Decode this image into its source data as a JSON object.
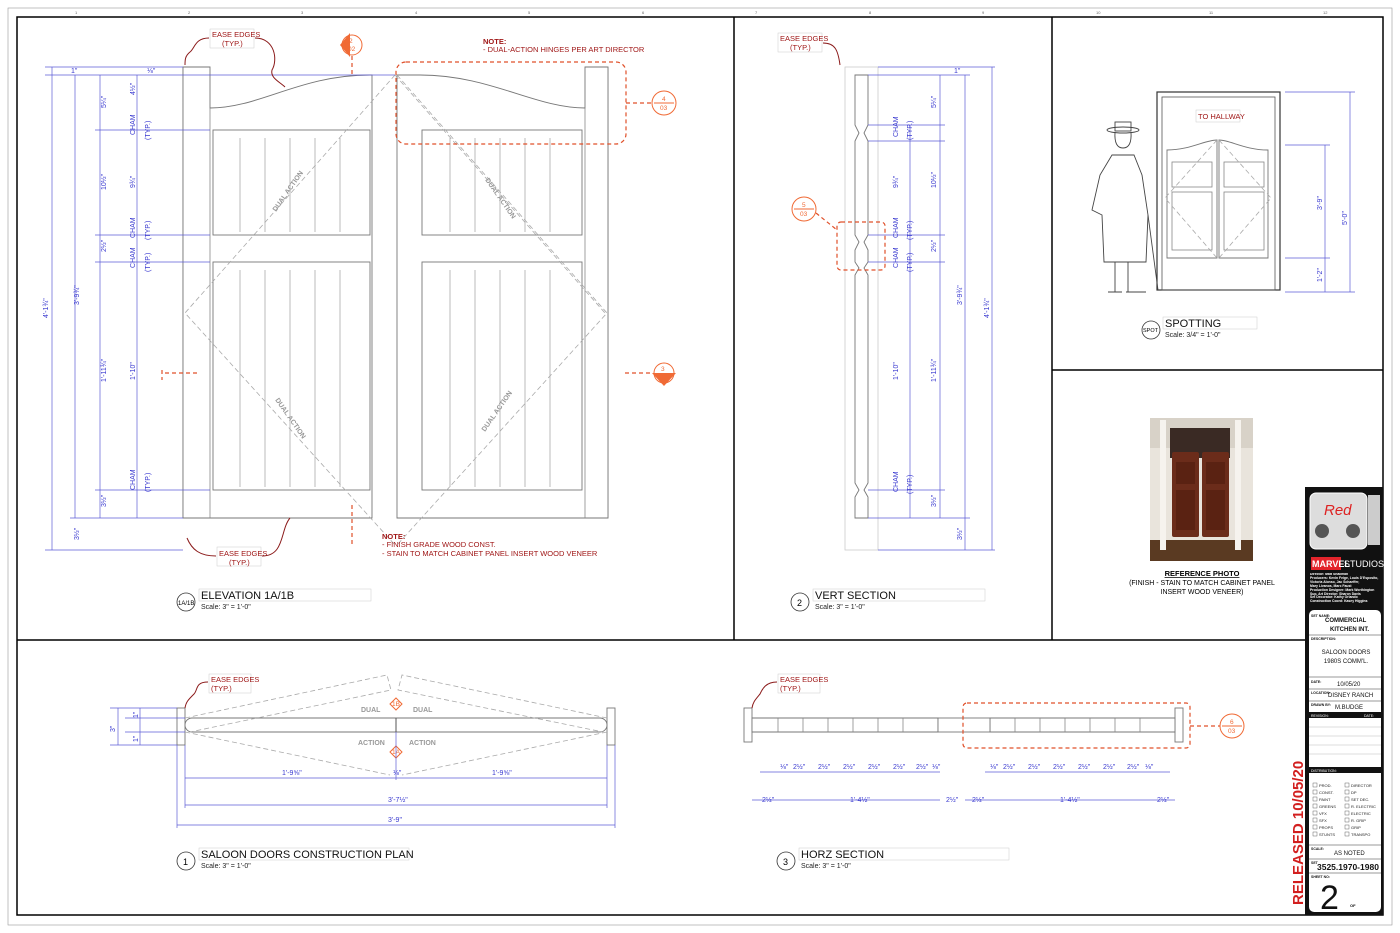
{
  "elevation": {
    "tag": "1A/1B",
    "title": "ELEVATION 1A/1B",
    "scale": "Scale: 3\" = 1'-0\"",
    "ease_edges_top": [
      "EASE EDGES",
      "(TYP.)"
    ],
    "ease_edges_bottom": [
      "EASE EDGES",
      "(TYP.)"
    ],
    "note_top": [
      "NOTE:",
      "- DUAL-ACTION HINGES PER ART DIRECTOR"
    ],
    "note_bottom": [
      "NOTE:",
      "- FINISH GRADE WOOD CONST.",
      "- STAIN TO MATCH CABINET PANEL INSERT WOOD VENEER"
    ],
    "dual_action": "DUAL ACTION",
    "callouts": [
      {
        "num": "2",
        "sheet": "02"
      },
      {
        "num": "4",
        "sheet": "03"
      },
      {
        "num": "3",
        "sheet": "02"
      }
    ],
    "cham": "CHAM",
    "typ": "(TYP.)",
    "dims": [
      "1\"",
      "4½\"",
      "5¼\"",
      "10½\"",
      "9¾\"",
      "2½\"",
      "4'-1¾\"",
      "3'-9¾\"",
      "1'-11¾\"",
      "1'-10\"",
      "3½\"",
      "3½\"",
      "⅛\""
    ]
  },
  "vert_section": {
    "num": "2",
    "title": "VERT SECTION",
    "scale": "Scale: 3\" = 1'-0\"",
    "ease_edges": [
      "EASE EDGES",
      "(TYP.)"
    ],
    "callout": {
      "num": "5",
      "sheet": "03"
    },
    "dims": [
      "1\"",
      "5¼\"",
      "9¾\"",
      "10½\"",
      "2½\"",
      "3'-9¾\"",
      "4'-1¾\"",
      "1'-10\"",
      "1'-11¾\"",
      "3½\"",
      "3½\""
    ]
  },
  "spotting": {
    "tag": "SPOT",
    "title": "SPOTTING",
    "scale": "Scale: 3/4\" = 1'-0\"",
    "sign": "TO HALLWAY",
    "dims": [
      "3'-9\"",
      "5'-0\"",
      "1'-2\""
    ]
  },
  "reference": {
    "title": "REFERENCE PHOTO",
    "caption": [
      "(FINISH - STAIN TO MATCH CABINET PANEL",
      "INSERT WOOD VENEER)"
    ]
  },
  "plan": {
    "num": "1",
    "title": "SALOON DOORS CONSTRUCTION PLAN",
    "scale": "Scale: 3\" = 1'-0\"",
    "ease_edges": [
      "EASE EDGES",
      "(TYP.)"
    ],
    "dual": "DUAL",
    "action": "ACTION",
    "markers": [
      "1B",
      "1A"
    ],
    "dims": [
      "1'-9⅝\"",
      "1'-9⅝\"",
      "3'-7½\"",
      "3'-9\"",
      "⅛\"",
      "1\"",
      "1\"",
      "3\""
    ]
  },
  "horz_section": {
    "num": "3",
    "title": "HORZ SECTION",
    "scale": "Scale: 3\" = 1'-0\"",
    "ease_edges": [
      "EASE EDGES",
      "(TYP.)"
    ],
    "callout": {
      "num": "6",
      "sheet": "03"
    },
    "slat_dim": "2½\"",
    "edge_dim": "⅛\"",
    "span_dim": "1'-4½\"",
    "end_dim": "2½\""
  },
  "title_block": {
    "show_logo": "Red",
    "studio": [
      "MARVEL",
      "STUDIOS"
    ],
    "credits": [
      "Director: Matt Shakman",
      "Producers: Kevin Feige, Louis D'Esposito, Victoria Alonso, Jac Schaeffer,",
      "Mary Livanos, Marc Faust",
      "Production Designer: Mark Worthington",
      "Sup. Art Director: Sharon Davis",
      "Set Decorator: Kathy Orlando",
      "Construction Coord: Kasey Higgins"
    ],
    "set_name_label": "SET NAME:",
    "set_name": [
      "COMMERCIAL",
      "KITCHEN  INT."
    ],
    "description_label": "DESCRIPTION:",
    "description": [
      "SALOON DOORS",
      "1980S COMM'L."
    ],
    "date_label": "DATE:",
    "date": "10/05/20",
    "location_label": "LOCATION:",
    "location": "DISNEY RANCH",
    "drawn_by_label": "DRAWN BY:",
    "drawn_by": "M.BUDGE",
    "revision_label": "REVISION:",
    "revision_date_label": "DATE:",
    "distribution_label": "DISTRIBUTION:",
    "distribution_left": [
      "PROD.",
      "CONST.",
      "PAINT",
      "GREENS",
      "VFX",
      "SFX",
      "PROPS",
      "STUNTS"
    ],
    "distribution_right": [
      "DIRECTOR",
      "DP",
      "SET DEC.",
      "R. ELECTRIC",
      "ELECTRIC",
      "R. GRIP",
      "GRIP",
      "TRANSPO"
    ],
    "scale_label": "SCALE:",
    "scale": "AS NOTED",
    "set_label": "SET",
    "set_number": "3525.1970-1980",
    "sheet_label": "SHEET NO:",
    "sheet": "2",
    "of": "OF"
  },
  "released": "RELEASED 10/05/20",
  "grid_numbers": [
    "1",
    "2",
    "3",
    "4",
    "5",
    "6",
    "7",
    "8",
    "9",
    "10",
    "11",
    "12"
  ]
}
